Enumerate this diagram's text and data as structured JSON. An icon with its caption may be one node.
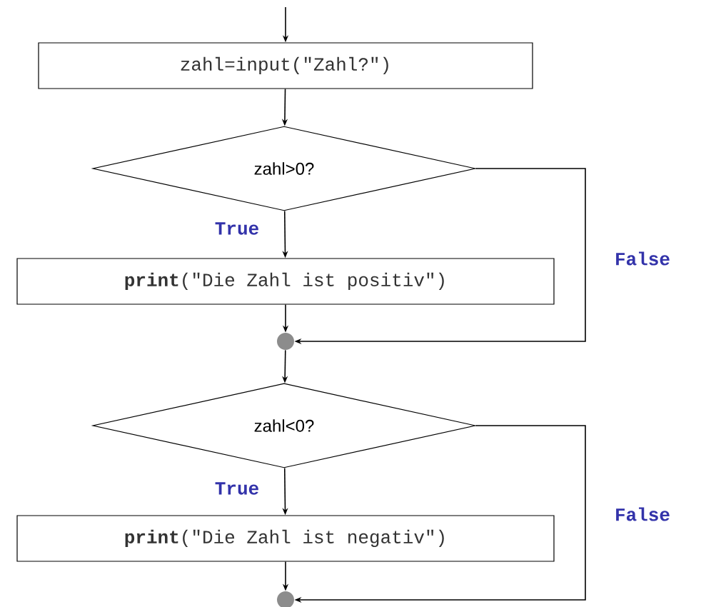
{
  "diagram": {
    "nodes": [
      {
        "text": [
          "zahl=input(\"Zahl?\")"
        ]
      },
      {
        "text": [
          "zahl>0?"
        ]
      },
      {
        "text": [
          "**print**(\"Die Zahl ist positiv\")"
        ]
      },
      {
        "text": [],
        "shape": "circle"
      },
      {
        "text": [
          "zahl<0?"
        ]
      },
      {
        "text": [
          "**print**(\"Die Zahl ist negativ\")"
        ]
      },
      {
        "text": [],
        "shape": "circle"
      }
    ],
    "edges": [
      {
        "from": null,
        "to": 0,
        "arrow": "to"
      },
      {
        "from": 0,
        "to": 1,
        "arrow": "to"
      },
      {
        "from": 1,
        "to": 2,
        "arrow": "to",
        "label": "True"
      },
      {
        "from": 1,
        "to": 3,
        "arrow": "to",
        "label": "False"
      },
      {
        "from": 2,
        "to": 3,
        "arrow": "to"
      },
      {
        "from": 3,
        "to": 4,
        "arrow": "to"
      },
      {
        "from": 4,
        "to": 5,
        "arrow": "to",
        "label": "True"
      },
      {
        "from": 4,
        "to": 6,
        "arrow": "to",
        "label": "False"
      },
      {
        "from": 5,
        "to": 6,
        "arrow": "to"
      }
    ]
  }
}
